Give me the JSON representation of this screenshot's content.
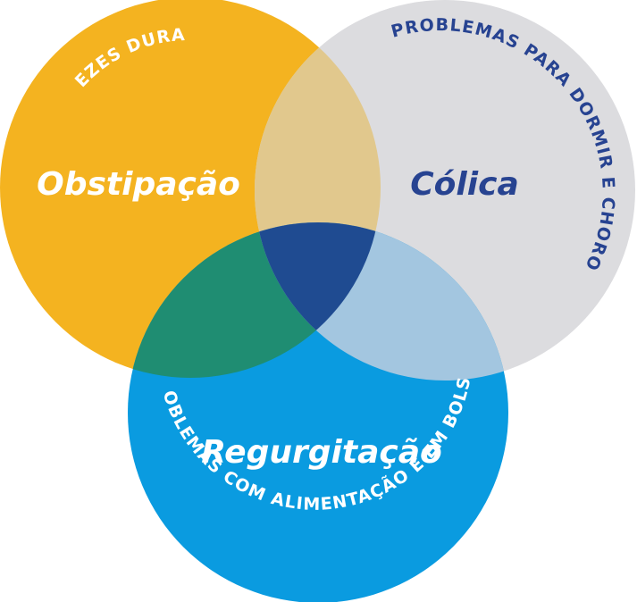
{
  "colors": {
    "background": "#ffffff",
    "obstipacao_circle": "#f4b320",
    "colica_circle": "#dcdcdf",
    "regurgitacao_circle": "#0a9be0",
    "overlap_obstipacao_colica": "#e1c88d",
    "overlap_obstipacao_regurgitacao": "#1f8d72",
    "overlap_colica_regurgitacao": "#a3c6e0",
    "overlap_center": "#1f4b91",
    "white_text": "#ffffff",
    "navy_text": "#274391"
  },
  "circles": {
    "obstipacao": {
      "title": "Obstipação",
      "arc_text": "FEZES DURAS"
    },
    "colica": {
      "title": "Cólica",
      "arc_text": "PROBLEMAS PARA DORMIR E CHORO"
    },
    "regurgitacao": {
      "title": "Regurgitação",
      "arc_text": "PROBLEMAS COM ALIMENTAÇÃO E EM BOLSAR"
    }
  }
}
